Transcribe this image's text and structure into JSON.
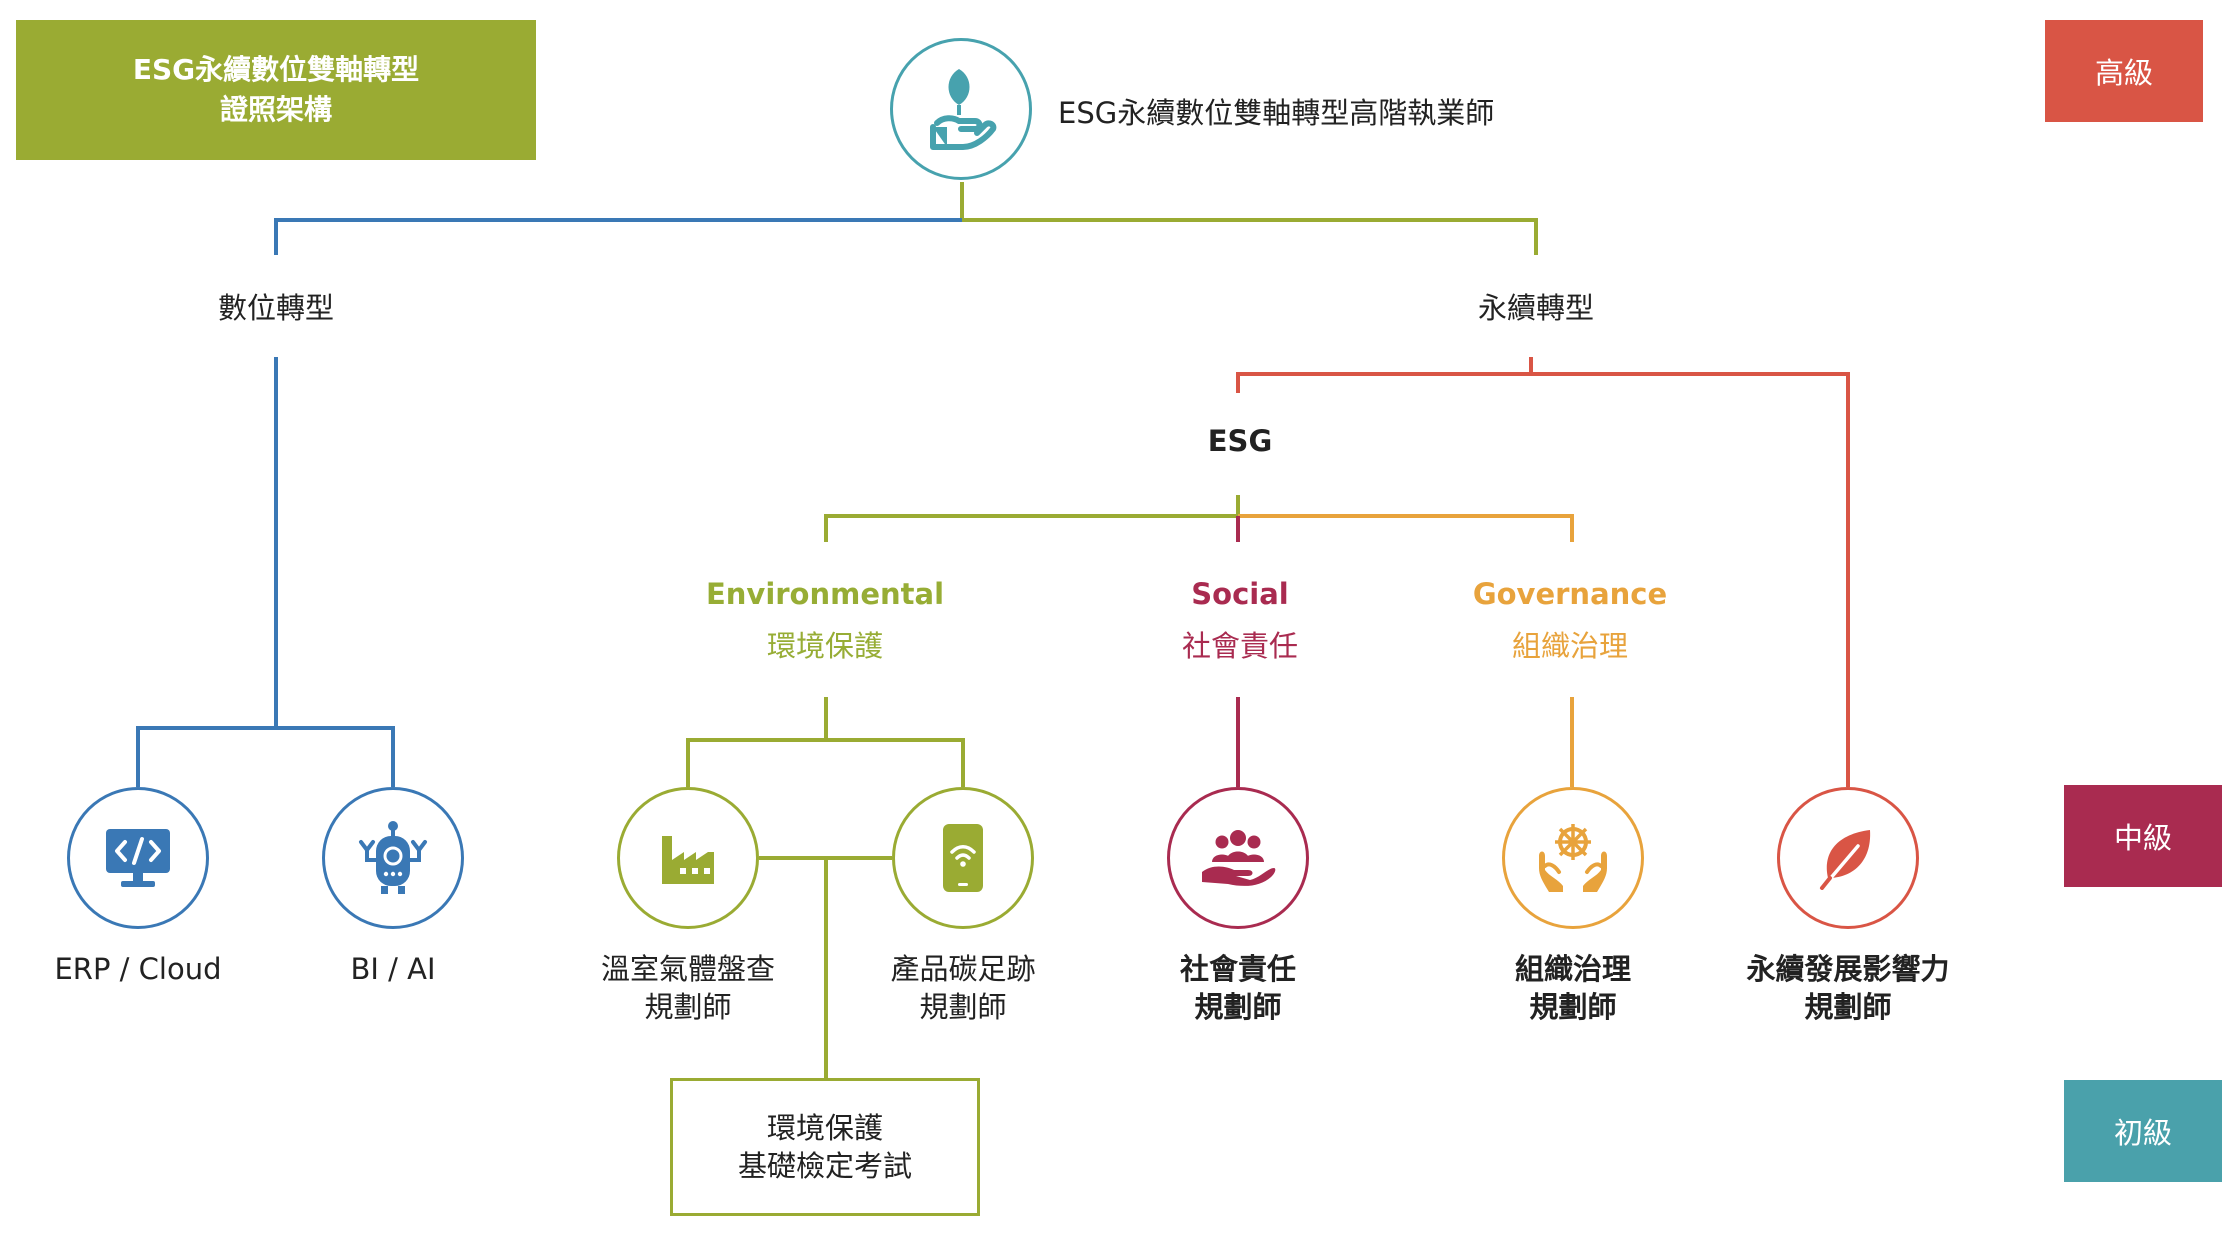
{
  "title_box": {
    "line1": "ESG永續數位雙軸轉型",
    "line2": "證照架構"
  },
  "levels": {
    "high": "高級",
    "mid": "中級",
    "low": "初級"
  },
  "top": {
    "title": "ESG永續數位雙軸轉型高階執業師",
    "icon": "leaf-hand-icon"
  },
  "branches": {
    "digital": "數位轉型",
    "sustain": "永續轉型"
  },
  "esg": {
    "label": "ESG",
    "env": {
      "en": "Environmental",
      "zh": "環境保護"
    },
    "soc": {
      "en": "Social",
      "zh": "社會責任"
    },
    "gov": {
      "en": "Governance",
      "zh": "組織治理"
    }
  },
  "nodes": {
    "erp": {
      "label": "ERP / Cloud",
      "icon": "monitor-code-icon"
    },
    "bi": {
      "label": "BI / AI",
      "icon": "robot-icon"
    },
    "ghg": {
      "line1": "溫室氣體盤查",
      "line2": "規劃師",
      "icon": "factory-icon"
    },
    "pcf": {
      "line1": "產品碳足跡",
      "line2": "規劃師",
      "icon": "smartphone-wifi-icon"
    },
    "soc": {
      "line1": "社會責任",
      "line2": "規劃師",
      "icon": "people-hand-icon"
    },
    "gov": {
      "line1": "組織治理",
      "line2": "規劃師",
      "icon": "helm-hands-icon"
    },
    "sd": {
      "line1": "永續發展影響力",
      "line2": "規劃師",
      "icon": "leaf-icon"
    }
  },
  "exam": {
    "line1": "環境保護",
    "line2": "基礎檢定考試"
  },
  "colors": {
    "olive": "#9aab33",
    "blue": "#3a78b5",
    "red": "#d95545",
    "crimson": "#a92b50",
    "orange": "#e8a33c",
    "teal": "#47a2ae"
  }
}
